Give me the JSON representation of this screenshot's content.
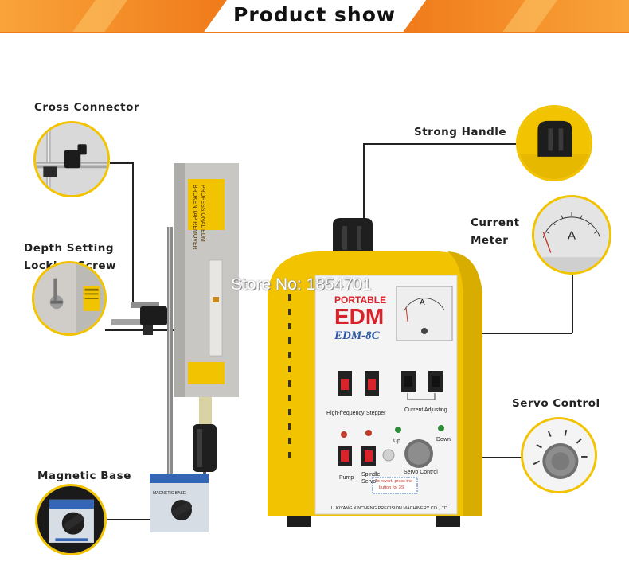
{
  "header": {
    "title": "Product show"
  },
  "callouts": {
    "cross_connector": "Cross Connector",
    "depth_setting_line1": "Depth Setting",
    "depth_setting_line2": "Locking Screw",
    "magnetic_base": "Magnetic Base",
    "strong_handle": "Strong Handle",
    "current_meter_line1": "Current",
    "current_meter_line2": "Meter",
    "servo_control": "Servo Control"
  },
  "machine_panel": {
    "brand_small": "PORTABLE",
    "brand_big": "EDM",
    "model": "EDM-8C",
    "meter_letter": "A",
    "switch_high_frequency": "High-frequency",
    "switch_stepper": "Stepper",
    "current_adjusting": "Current Adjusting",
    "up": "Up",
    "down": "Down",
    "pump": "Pump",
    "spindle_servo_line1": "Spindle",
    "spindle_servo_line2": "Servo",
    "servo_control": "Servo Control",
    "revert_note_line1": "To revert, press the",
    "revert_note_line2": "button for 3S",
    "manufacturer": "LUOYANG XINCHENG PRECISION MACHINERY CO.,LTD."
  },
  "stand_label": {
    "line1": "BROKEN TAP REMOVER",
    "line2": "PROFESSIONAL EDM"
  },
  "magnetic_base_plate": "MAGNETIC BASE",
  "watermark": "Store No: 1854701",
  "colors": {
    "accent_yellow": "#f2c300",
    "banner_orange": "#f07a1a",
    "brand_red": "#d8232a",
    "model_blue": "#2a57a8"
  }
}
